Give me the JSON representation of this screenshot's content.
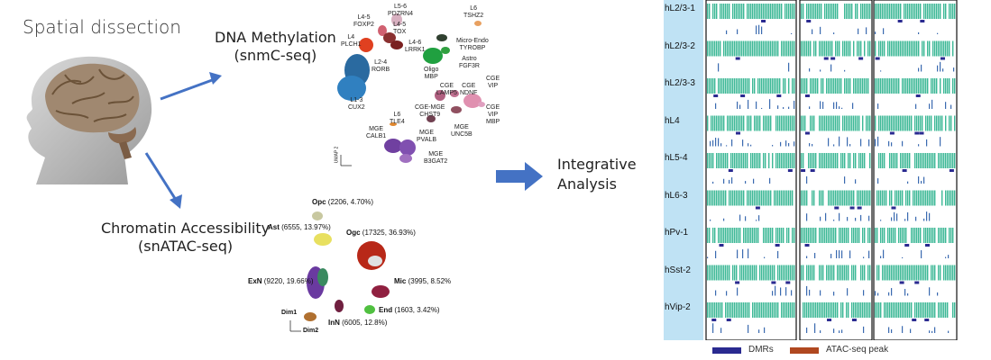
{
  "titles": {
    "spatial": "Spatial dissection",
    "dna_line1": "DNA Methylation",
    "dna_line2": "(snmC-seq)",
    "chrom_line1": "Chromatin Accessibility",
    "chrom_line2": "(snATAC-seq)",
    "integ_line1": "Integrative",
    "integ_line2": "Analysis"
  },
  "methylation_clusters": [
    {
      "label": "L5-6\nPDZRN4",
      "color": "#d8b0c0"
    },
    {
      "label": "L6\nTSHZ2",
      "color": "#e8a060"
    },
    {
      "label": "L4-5\nFOXP2",
      "color": "#d06070"
    },
    {
      "label": "L4-5\nTOX",
      "color": "#8a3030"
    },
    {
      "label": "L4\nPLCH1",
      "color": "#e04020"
    },
    {
      "label": "L4-6\nLRRK1",
      "color": "#7a2020"
    },
    {
      "label": "Micro-Endo\nTYROBP",
      "color": "#304030"
    },
    {
      "label": "Astro\nFGF3R",
      "color": "#30a040"
    },
    {
      "label": "L2-4\nRORB",
      "color": "#2a6aa0"
    },
    {
      "label": "Oligo\nMBP",
      "color": "#20a040"
    },
    {
      "label": "L6\nTLE4",
      "color": "#e08830"
    },
    {
      "label": "CGE\nLAMP5",
      "color": "#b06080"
    },
    {
      "label": "CGE\nNDNF",
      "color": "#c07090"
    },
    {
      "label": "CGE\nVIP",
      "color": "#e090b0"
    },
    {
      "label": "L1-3\nCUX2",
      "color": "#3080c0"
    },
    {
      "label": "CGE-MGE\nCHST9",
      "color": "#905060"
    },
    {
      "label": "CGE\nVIP\nMBP",
      "color": "#e0a0c0"
    },
    {
      "label": "MGE\nUNC5B",
      "color": "#704050"
    },
    {
      "label": "MGE\nCALB1",
      "color": "#7040a0"
    },
    {
      "label": "MGE\nPVALB",
      "color": "#8050b0"
    },
    {
      "label": "MGE\nB3GAT2",
      "color": "#a070c0"
    }
  ],
  "umap_axis": "UMAP 2",
  "atac_clusters": [
    {
      "name": "Opc",
      "stats": "(2206, 4.70%)"
    },
    {
      "name": "Ast",
      "stats": "(6555, 13.97%)"
    },
    {
      "name": "Ogc",
      "stats": "(17325, 36.93%)"
    },
    {
      "name": "ExN",
      "stats": "(9220, 19.66%)"
    },
    {
      "name": "Mic",
      "stats": "(3995, 8.52%"
    },
    {
      "name": "End",
      "stats": "(1603, 3.42%)"
    },
    {
      "name": "InN",
      "stats": "(6005, 12.8%)"
    }
  ],
  "atac_axes": {
    "dim1": "Dim1",
    "dim2": "Dim2"
  },
  "tracks": [
    "hL2/3-1",
    "hL2/3-2",
    "hL2/3-3",
    "hL4",
    "hL5-4",
    "hL6-3",
    "hPv-1",
    "hSst-2",
    "hVip-2"
  ],
  "legend": [
    {
      "label": "DMRs",
      "color": "#2a2a90"
    },
    {
      "label": "ATAC-seq peak",
      "color": "#b04820"
    }
  ],
  "colors": {
    "arrow_blue": "#4472c4",
    "track_green": "#3cb896",
    "track_bg": "#d4ecf8",
    "label_panel": "#bfe2f4"
  }
}
